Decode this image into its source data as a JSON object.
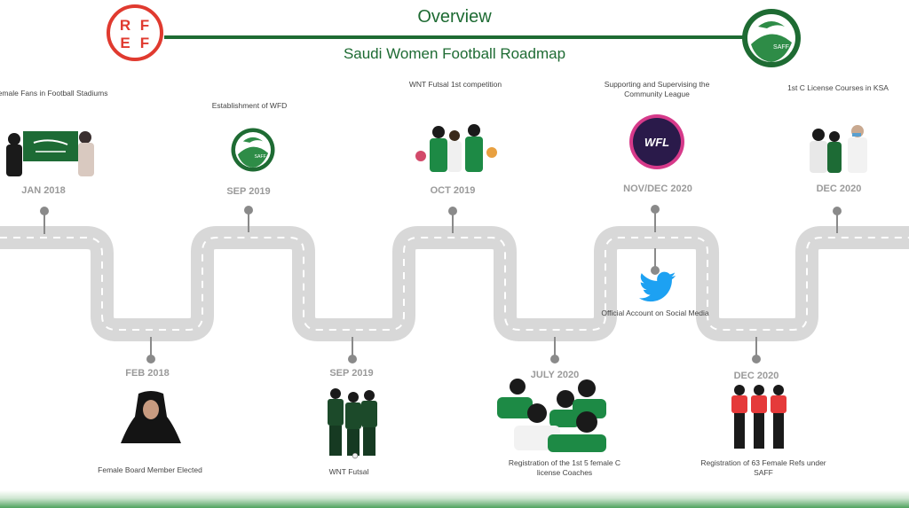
{
  "header": {
    "title": "Overview",
    "subtitle": "Saudi Women Football Roadmap",
    "left_logo": "rfef-logo",
    "right_logo": "saff-logo",
    "accent_color": "#1e6b33"
  },
  "milestones_top": [
    {
      "date": "JAN 2018",
      "caption": "Female Fans in Football Stadiums",
      "image": "fans-with-flag-photo"
    },
    {
      "date": "SEP 2019",
      "caption": "Establishment of WFD",
      "image": "saff-logo"
    },
    {
      "date": "OCT 2019",
      "caption": "WNT Futsal 1st competition",
      "image": "futsal-team-photo"
    },
    {
      "date": "NOV/DEC 2020",
      "caption": "Supporting and Supervising the Community League",
      "image": "wfl-logo"
    },
    {
      "date": "DEC 2020",
      "caption": "1st C License Courses in KSA",
      "image": "coaches-photo"
    }
  ],
  "milestones_bottom": [
    {
      "date": "FEB 2018",
      "caption": "Female Board Member Elected",
      "image": "board-member-photo"
    },
    {
      "date": "SEP 2019",
      "caption": "WNT Futsal",
      "image": "futsal-players-photo"
    },
    {
      "date": "JULY 2020",
      "caption": "Registration of the 1st 5 female C license Coaches",
      "image": "coaches-group-photo"
    },
    {
      "date": "DEC 2020",
      "caption": "Registration of 63 Female Refs under SAFF",
      "image": "referees-photo"
    }
  ],
  "social": {
    "caption": "Official Account on Social Media",
    "icon": "twitter-icon"
  },
  "logo_text": {
    "rfef": "RFEF",
    "saff": "SAFF",
    "wfl": "WFL"
  }
}
